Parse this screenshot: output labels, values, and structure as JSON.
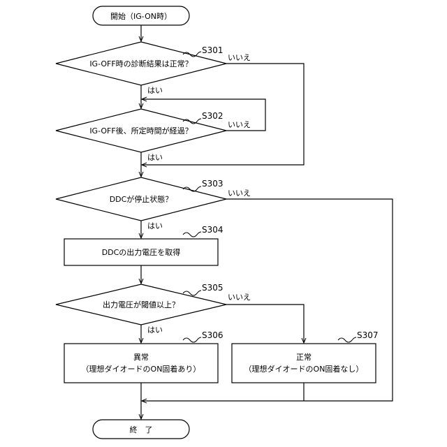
{
  "start": {
    "label": "開始（IG-ON時）"
  },
  "end": {
    "label": "終　了"
  },
  "yes": "はい",
  "no": "いいえ",
  "steps": {
    "s301": {
      "id": "S301",
      "text": "IG-OFF時の診断結果は正常？"
    },
    "s302": {
      "id": "S302",
      "text": "IG-OFF後、所定時間が経過？"
    },
    "s303": {
      "id": "S303",
      "text": "DDCが停止状態？"
    },
    "s304": {
      "id": "S304",
      "text": "DDCの出力電圧を取得"
    },
    "s305": {
      "id": "S305",
      "text": "出力電圧が閾値以上？"
    },
    "s306": {
      "id": "S306",
      "line1": "異常",
      "line2": "（理想ダイオードのON固着あり）"
    },
    "s307": {
      "id": "S307",
      "line1": "正常",
      "line2": "（理想ダイオードのON固着なし）"
    }
  }
}
